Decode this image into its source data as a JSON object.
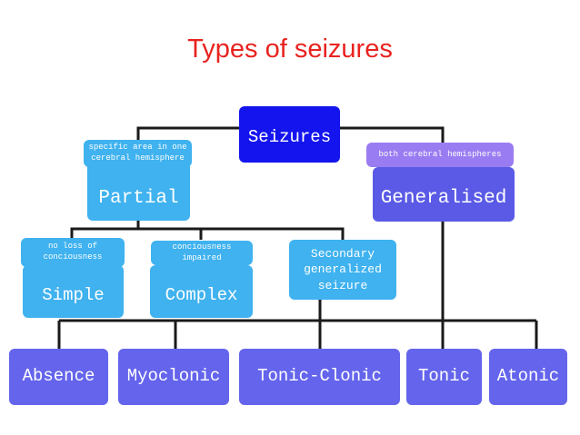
{
  "title": "Types of seizures",
  "nodes": {
    "root": "Seizures",
    "partial_note": "specific area in one cerebral hemisphere",
    "partial": "Partial",
    "generalised_note": "both cerebral hemispheres",
    "generalised": "Generalised",
    "simple_note": "no loss of conciousness",
    "simple": "Simple",
    "complex_note": "conciousness impaired",
    "complex": "Complex",
    "secondary": "Secondary generalized seizure",
    "absence": "Absence",
    "myoclonic": "Myoclonic",
    "tonic_clonic": "Tonic-Clonic",
    "tonic": "Tonic",
    "atonic": "Atonic"
  },
  "colors": {
    "title": "#e8231f",
    "root": "#1414ee",
    "partial": "#3fb2ef",
    "generalised": "#5a5ae6",
    "generalised_note": "#9a7cf2",
    "leaf": "#6464ec"
  }
}
